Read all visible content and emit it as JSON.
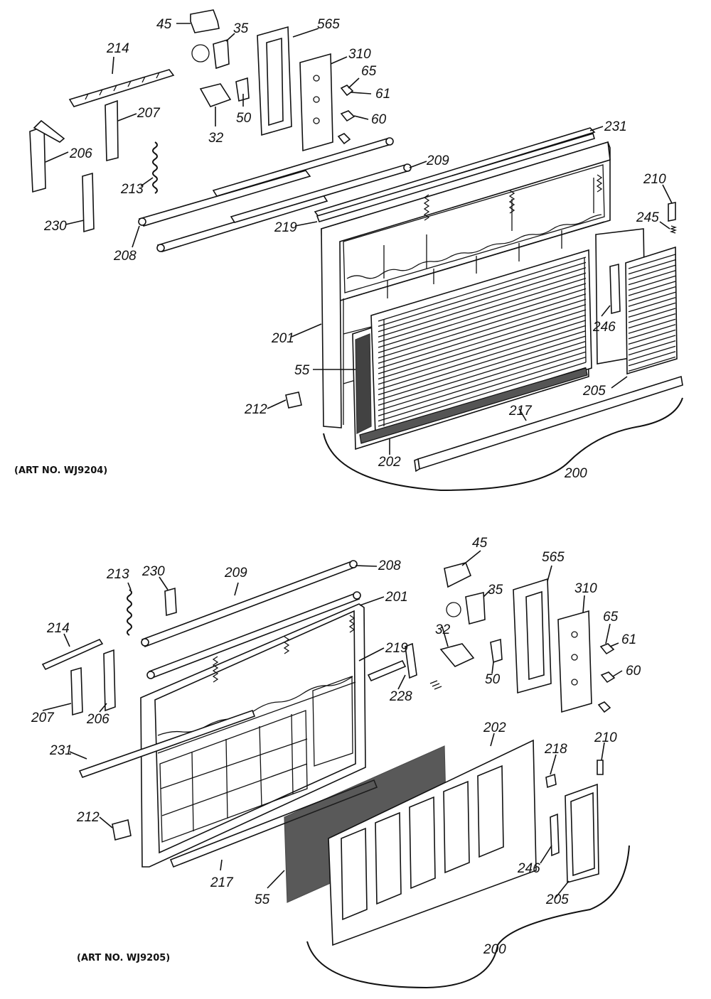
{
  "diagrams": [
    {
      "art_no": "(ART NO. WJ9204)",
      "callouts": [
        "45",
        "35",
        "565",
        "214",
        "310",
        "65",
        "61",
        "60",
        "50",
        "32",
        "207",
        "206",
        "231",
        "213",
        "209",
        "230",
        "210",
        "245",
        "219",
        "208",
        "246",
        "201",
        "55",
        "205",
        "212",
        "217",
        "202",
        "200"
      ]
    },
    {
      "art_no": "(ART NO. WJ9205)",
      "callouts": [
        "45",
        "565",
        "35",
        "310",
        "213",
        "230",
        "209",
        "208",
        "65",
        "201",
        "61",
        "32",
        "214",
        "219",
        "60",
        "50",
        "228",
        "207",
        "206",
        "231",
        "202",
        "218",
        "210",
        "212",
        "246",
        "217",
        "205",
        "55",
        "200"
      ]
    }
  ]
}
